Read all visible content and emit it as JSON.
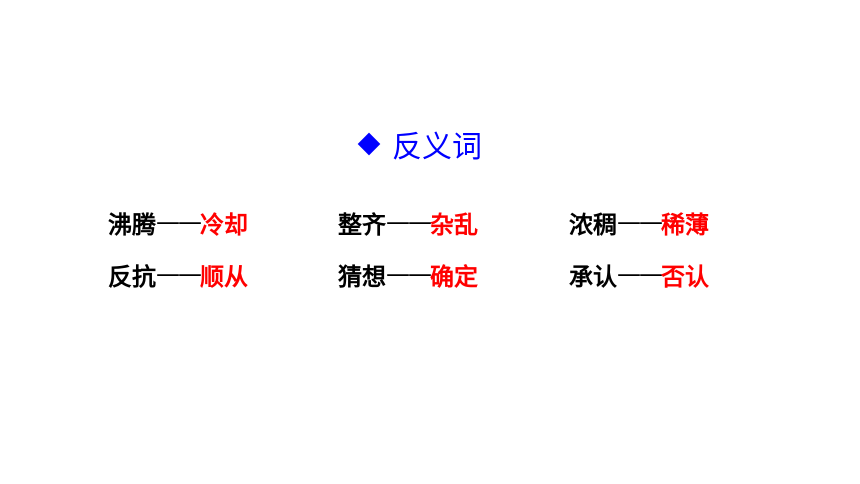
{
  "heading": {
    "label": "反义词",
    "color": "#0000ff",
    "bullet_icon": "diamond-icon"
  },
  "dash": "——",
  "colors": {
    "word": "#000000",
    "antonym": "#ff0000"
  },
  "pairs": [
    {
      "word": "沸腾",
      "antonym": "冷却"
    },
    {
      "word": "整齐",
      "antonym": "杂乱"
    },
    {
      "word": "浓稠",
      "antonym": "稀薄"
    },
    {
      "word": "反抗",
      "antonym": "顺从"
    },
    {
      "word": "猜想",
      "antonym": "确定"
    },
    {
      "word": "承认",
      "antonym": "否认"
    }
  ]
}
